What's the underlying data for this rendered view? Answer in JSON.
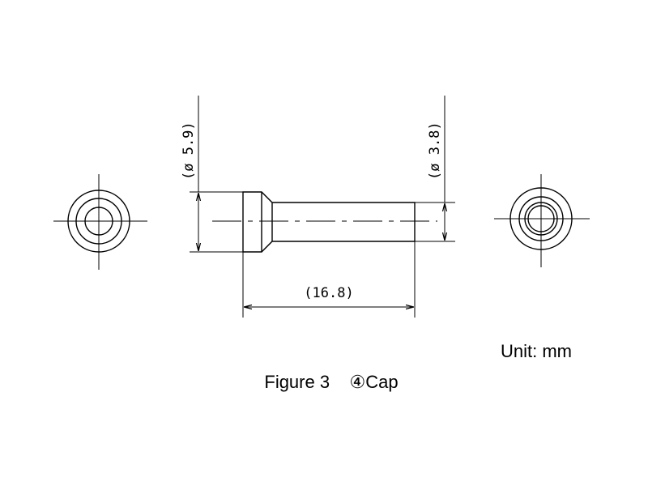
{
  "figure": {
    "caption": "Figure 3    ④Cap",
    "unit_label": "Unit: mm"
  },
  "dimensions": {
    "flange_diameter": "(ø 5.9)",
    "body_diameter": "(ø 3.8)",
    "overall_length": "(16.8)"
  }
}
